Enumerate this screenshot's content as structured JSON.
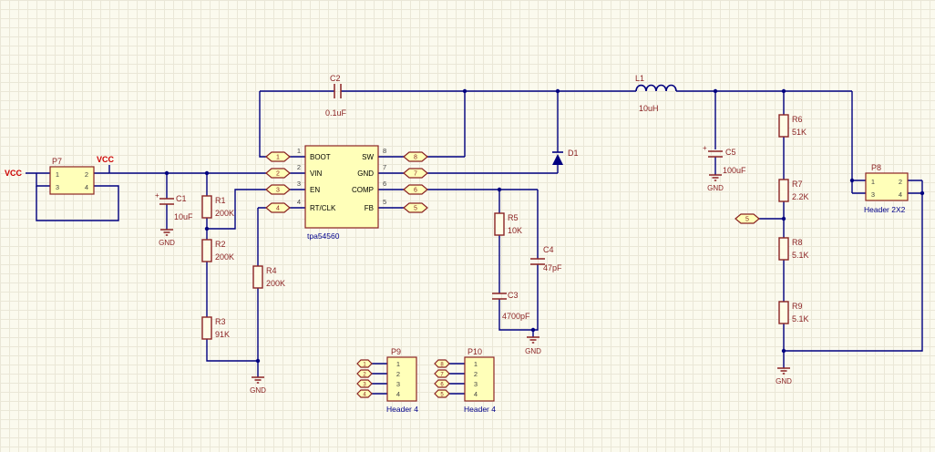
{
  "canvas": {
    "background": "#FBFAEE",
    "grid_color": "#EAE7D7",
    "wire_color": "#000080",
    "outline_color": "#8B2323",
    "part_fill": "#FFFFB9",
    "net_label_color": "#CC0000"
  },
  "nets": {
    "vcc": "VCC",
    "gnd": "GND",
    "plus": "+"
  },
  "ic": {
    "designator": "tpa54560",
    "pins_left": [
      {
        "num": "1",
        "name": "BOOT"
      },
      {
        "num": "2",
        "name": "VIN"
      },
      {
        "num": "3",
        "name": "EN"
      },
      {
        "num": "4",
        "name": "RT/CLK"
      }
    ],
    "pins_right": [
      {
        "num": "8",
        "name": "SW"
      },
      {
        "num": "7",
        "name": "GND"
      },
      {
        "num": "6",
        "name": "COMP"
      },
      {
        "num": "5",
        "name": "FB"
      }
    ]
  },
  "ports": {
    "left": [
      "1",
      "2",
      "3",
      "4"
    ],
    "right": [
      "8",
      "7",
      "6",
      "5"
    ],
    "fb": "5"
  },
  "headers": {
    "p7": {
      "ref": "P7",
      "pins": [
        "1",
        "2",
        "3",
        "4"
      ]
    },
    "p8": {
      "ref": "P8",
      "desc": "Header 2X2",
      "pins": [
        "1",
        "2",
        "3",
        "4"
      ]
    },
    "p9": {
      "ref": "P9",
      "desc": "Header 4",
      "pins": [
        "1",
        "2",
        "3",
        "4"
      ],
      "ports": [
        "1",
        "2",
        "3",
        "4"
      ]
    },
    "p10": {
      "ref": "P10",
      "desc": "Header 4",
      "pins": [
        "1",
        "2",
        "3",
        "4"
      ],
      "ports": [
        "8",
        "7",
        "6",
        "5"
      ]
    }
  },
  "passives": {
    "c1": {
      "ref": "C1",
      "value": "10uF"
    },
    "c2": {
      "ref": "C2",
      "value": "0.1uF"
    },
    "c3": {
      "ref": "C3",
      "value": "4700pF"
    },
    "c4": {
      "ref": "C4",
      "value": "47pF"
    },
    "c5": {
      "ref": "C5",
      "value": "100uF"
    },
    "r1": {
      "ref": "R1",
      "value": "200K"
    },
    "r2": {
      "ref": "R2",
      "value": "200K"
    },
    "r3": {
      "ref": "R3",
      "value": "91K"
    },
    "r4": {
      "ref": "R4",
      "value": "200K"
    },
    "r5": {
      "ref": "R5",
      "value": "10K"
    },
    "r6": {
      "ref": "R6",
      "value": "51K"
    },
    "r7": {
      "ref": "R7",
      "value": "2.2K"
    },
    "r8": {
      "ref": "R8",
      "value": "5.1K"
    },
    "r9": {
      "ref": "R9",
      "value": "5.1K"
    },
    "l1": {
      "ref": "L1",
      "value": "10uH"
    },
    "d1": {
      "ref": "D1"
    }
  }
}
